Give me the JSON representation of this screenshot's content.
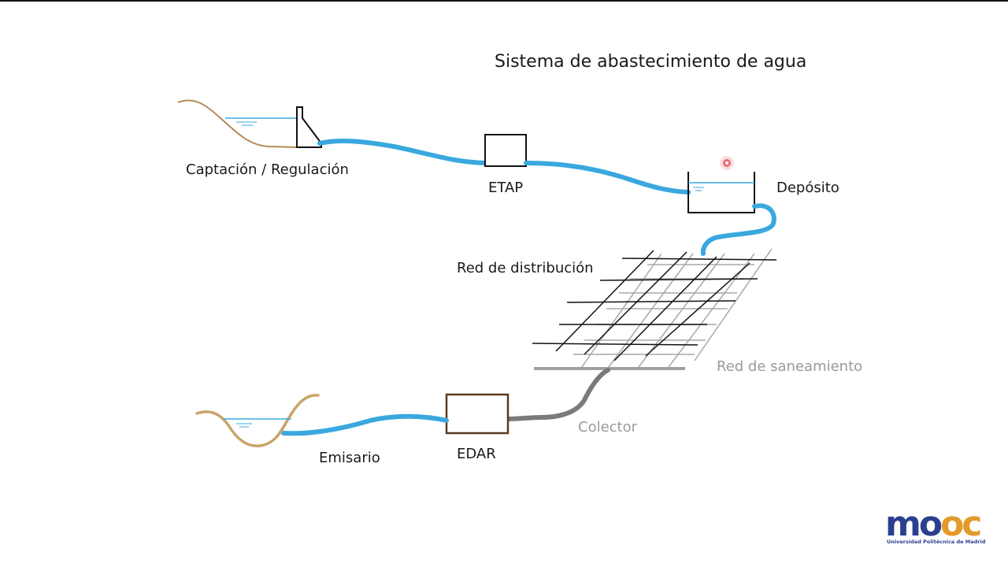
{
  "title": "Sistema de abastecimiento de agua",
  "labels": {
    "captacion": "Captación / Regulación",
    "etap": "ETAP",
    "deposito": "Depósito",
    "red_distribucion": "Red de distribución",
    "red_saneamiento": "Red de saneamiento",
    "colector": "Colector",
    "edar": "EDAR",
    "emisario": "Emisario"
  },
  "logo": {
    "text": "mooc",
    "subtitle": "Universidad Politécnica de Madrid"
  },
  "colors": {
    "water_pipe": "#3aa8df",
    "sewer_pipe": "#7a7a7a",
    "terrain": "#b58a55",
    "edar_box": "#5b3a1e",
    "logo_blue": "#2c3f8f",
    "logo_orange": "#e39a2b",
    "laser_pointer": "#e0202a"
  }
}
